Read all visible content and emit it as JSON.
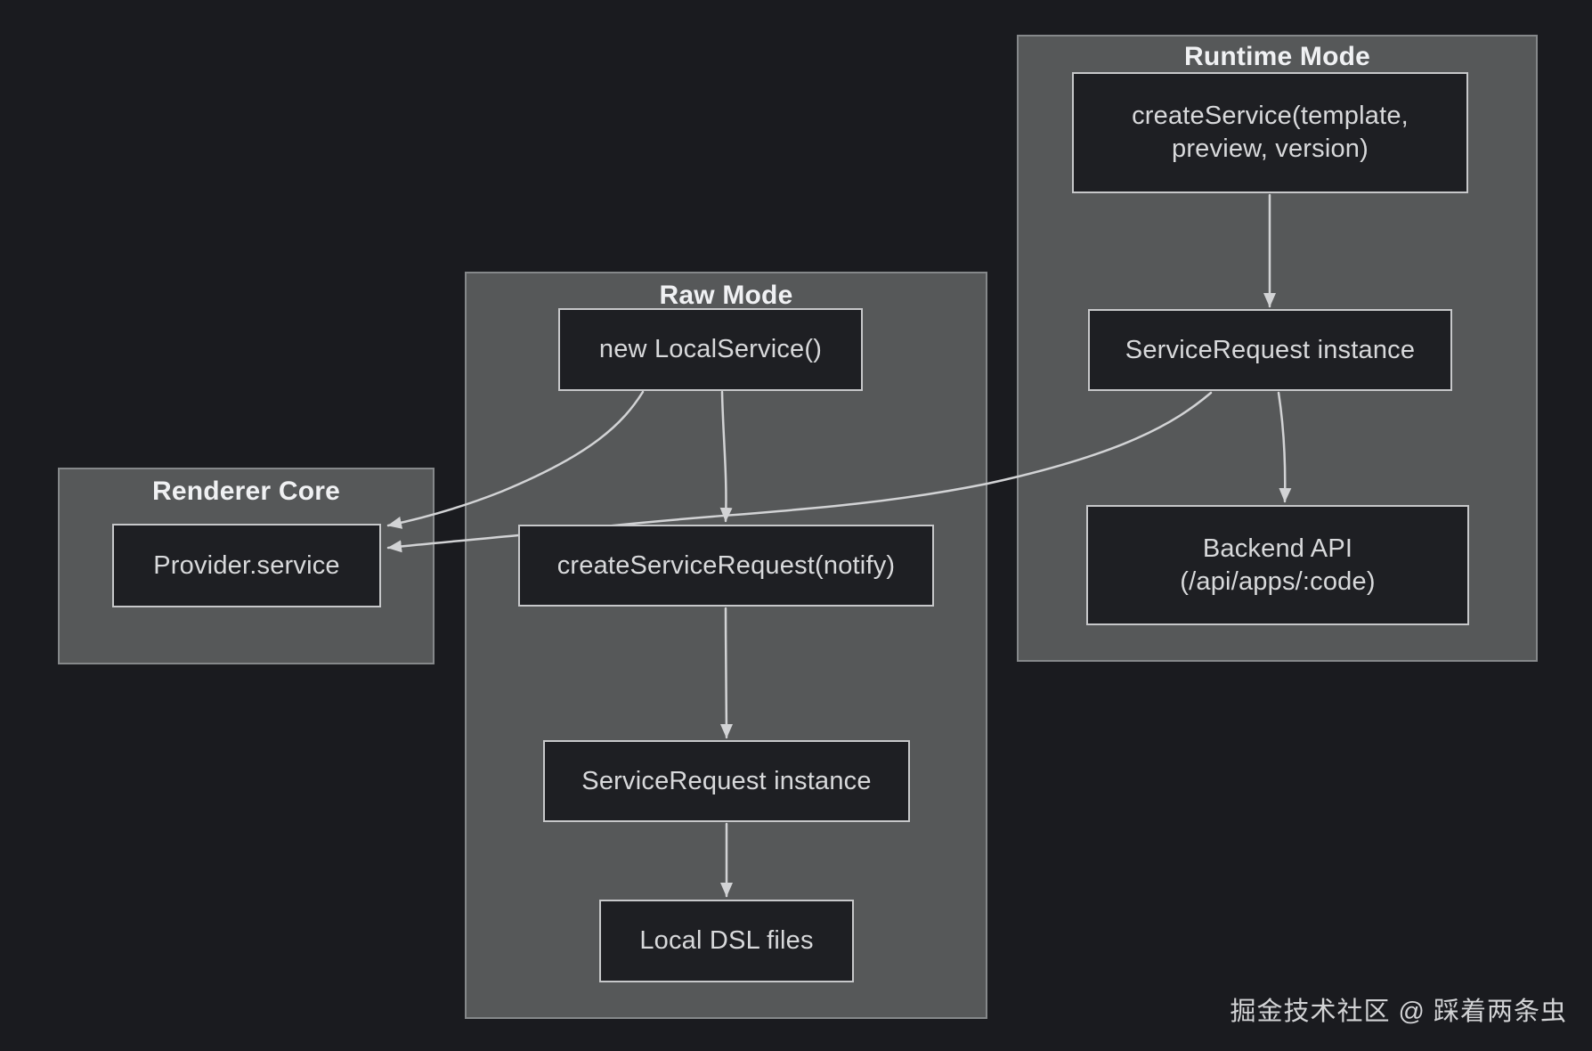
{
  "panels": {
    "renderer_core": {
      "title": "Renderer Core"
    },
    "raw_mode": {
      "title": "Raw Mode"
    },
    "runtime_mode": {
      "title": "Runtime Mode"
    }
  },
  "nodes": {
    "provider_service": {
      "label": "Provider.service",
      "panel": "Renderer Core"
    },
    "new_local_service": {
      "label": "new LocalService()",
      "panel": "Raw Mode"
    },
    "create_service_request": {
      "label": "createServiceRequest(notify)",
      "panel": "Raw Mode"
    },
    "service_request_raw": {
      "label": "ServiceRequest instance",
      "panel": "Raw Mode"
    },
    "local_dsl_files": {
      "label": "Local DSL files",
      "panel": "Raw Mode"
    },
    "create_service": {
      "line1": "createService(template,",
      "line2": "preview, version)",
      "panel": "Runtime Mode"
    },
    "service_request_runtime": {
      "label": "ServiceRequest instance",
      "panel": "Runtime Mode"
    },
    "backend_api": {
      "line1": "Backend API",
      "line2": "(/api/apps/:code)",
      "panel": "Runtime Mode"
    }
  },
  "edges": [
    {
      "from": "createService(template, preview, version)",
      "to": "ServiceRequest instance (Runtime Mode)"
    },
    {
      "from": "ServiceRequest instance (Runtime Mode)",
      "to": "Backend API (/api/apps/:code)"
    },
    {
      "from": "ServiceRequest instance (Runtime Mode)",
      "to": "Provider.service"
    },
    {
      "from": "new LocalService()",
      "to": "createServiceRequest(notify)"
    },
    {
      "from": "new LocalService()",
      "to": "Provider.service"
    },
    {
      "from": "createServiceRequest(notify)",
      "to": "ServiceRequest instance (Raw Mode)"
    },
    {
      "from": "ServiceRequest instance (Raw Mode)",
      "to": "Local DSL files"
    }
  ],
  "watermark": {
    "text": "掘金技术社区 @ 踩着两条虫"
  },
  "colors": {
    "background": "#1a1b1f",
    "panel_fill": "#565859",
    "panel_border": "#85888a",
    "node_fill": "#1e1f23",
    "node_border": "#c7c8ca",
    "arrow": "#d2d3d5",
    "panel_title_text": "#f0f1f3",
    "node_text": "#d8d9db",
    "watermark_text": "#d2d3d5"
  }
}
